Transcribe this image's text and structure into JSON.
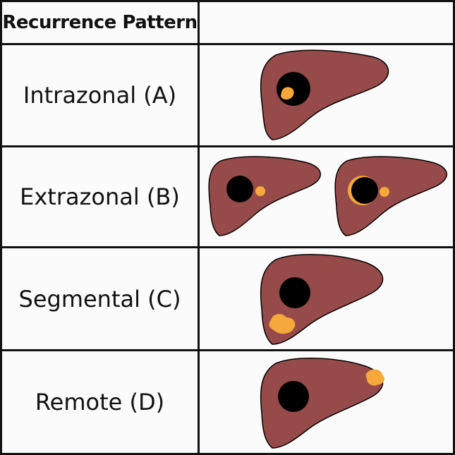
{
  "header": {
    "title": "Recurrence Pattern",
    "image_column": ""
  },
  "rows": [
    {
      "label": "Intrazonal (A)"
    },
    {
      "label": "Extrazonal (B)"
    },
    {
      "label": "Segmental (C)"
    },
    {
      "label": "Remote (D)"
    }
  ],
  "colors": {
    "liver": "#974a4a",
    "ablation_zone": "#000000",
    "recurrence": "#f5a93a",
    "background": "#fbfbfb",
    "border": "#111111"
  }
}
